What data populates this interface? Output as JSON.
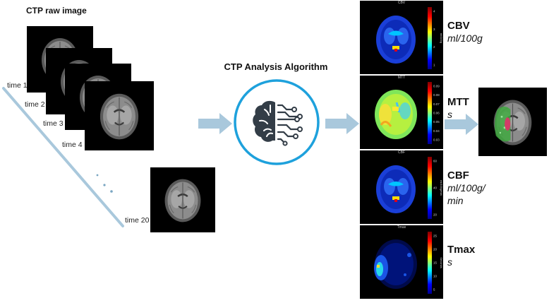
{
  "raw_title": "CTP raw image",
  "time_labels": [
    "time 1",
    "time 2",
    "time 3",
    "time 4",
    "time 20"
  ],
  "algorithm_title": "CTP Analysis Algorithm",
  "maps": [
    {
      "title": "CBV",
      "param": "CBV",
      "unit": "ml/100g",
      "axis_label": "ml/100g",
      "ticks": [
        "4",
        "3",
        "2",
        "1"
      ]
    },
    {
      "title": "MTT",
      "param": "MTT",
      "unit": "s",
      "axis_label": "",
      "ticks": [
        "0.09",
        "0.08",
        "0.07",
        "0.06",
        "0.05",
        "0.04",
        "0.03"
      ]
    },
    {
      "title": "CBF",
      "param": "CBF",
      "unit": "ml/100g/\nmin",
      "axis_label": "ml/100g/min",
      "ticks": [
        "60",
        "40",
        "20"
      ]
    },
    {
      "title": "Tmax",
      "param": "Tmax",
      "unit": "s",
      "axis_label": "Seconds",
      "ticks": [
        "25",
        "20",
        "15",
        "10",
        "5"
      ]
    }
  ],
  "colors": {
    "arrow": "#a9c8dc",
    "circle": "#1ea1dc",
    "icon": "#333d47"
  },
  "icons": {
    "brain": "brain-circuit-icon"
  }
}
